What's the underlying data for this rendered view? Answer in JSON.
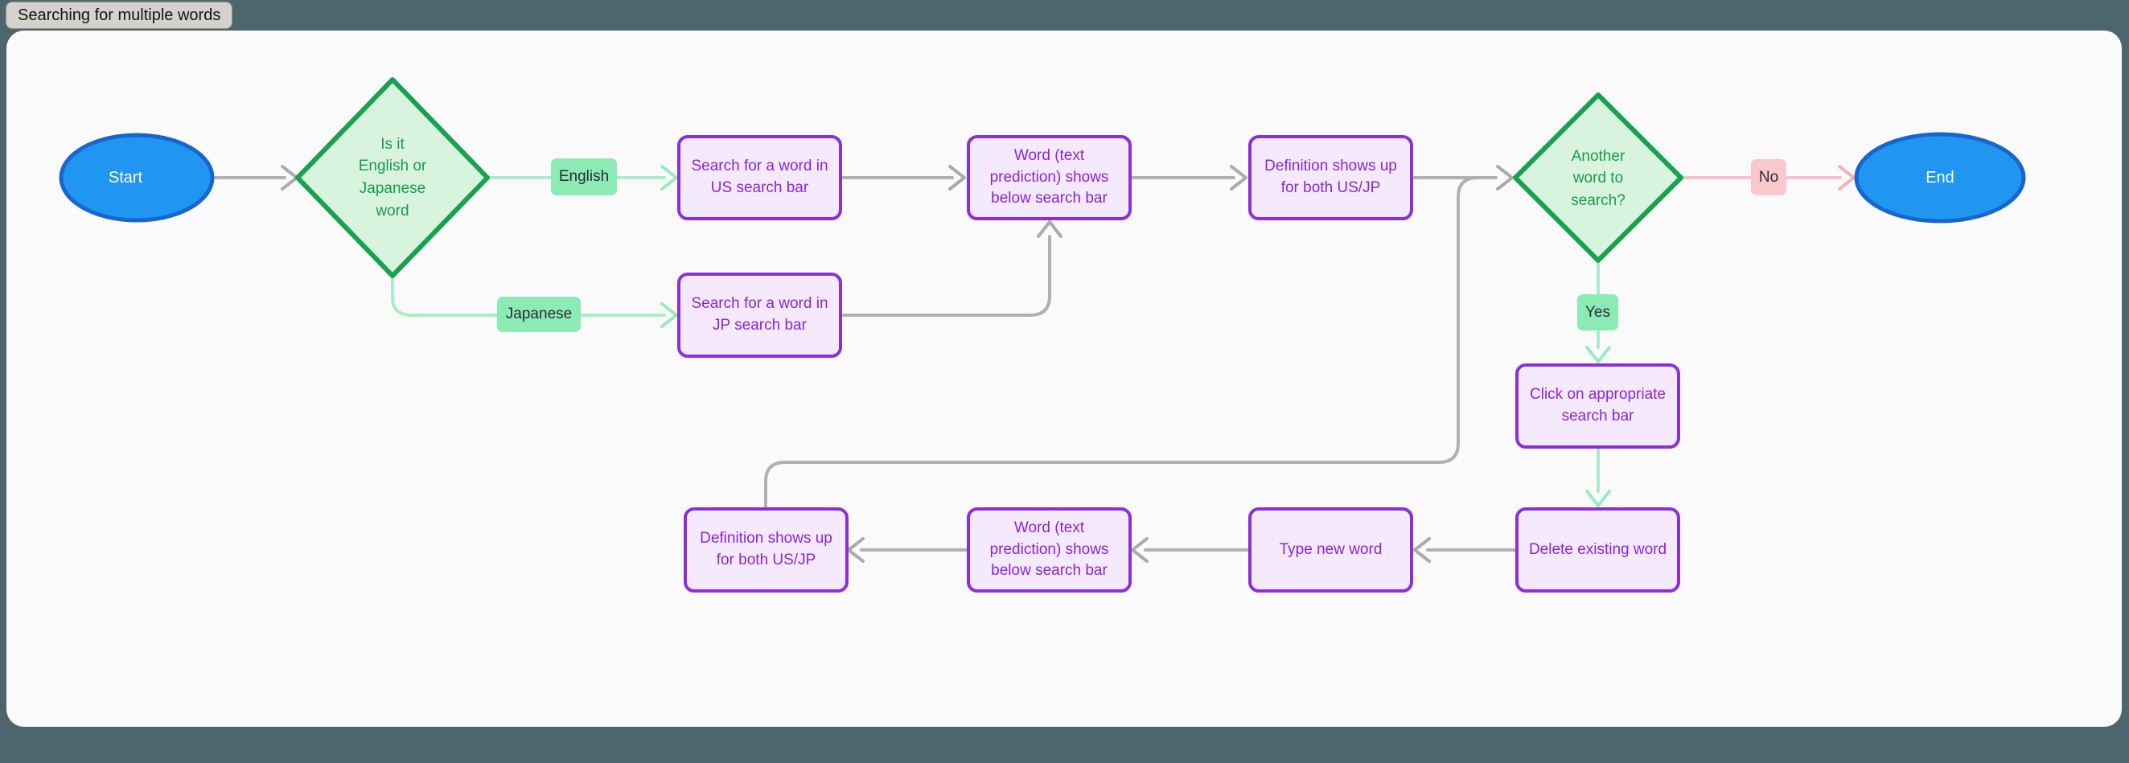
{
  "title": "Searching for multiple words",
  "colors": {
    "page_background": "#4d666d",
    "canvas_background": "#fafafa",
    "process_fill": "#f5eafd",
    "process_border": "#8c2fd9",
    "process_text": "#8a24d6",
    "decision_fill": "#d9f4de",
    "decision_border": "#18a24d",
    "decision_text": "#189a4b",
    "terminator_fill": "#2096f0",
    "terminator_border": "#1766cf",
    "terminator_text": "#ffffff",
    "edge_gray": "#b1b1b1",
    "edge_green": "#a7eec5",
    "edge_pink": "#f7c3c9",
    "label_badge_green": "#8ceab4",
    "label_badge_pink": "#f9c7cc"
  },
  "nodes": {
    "start": {
      "label": "Start",
      "type": "terminator"
    },
    "decision_language": {
      "label": "Is it\nEnglish or\nJapanese\nword",
      "type": "decision"
    },
    "search_us": {
      "label": "Search for a word in\nUS search bar",
      "type": "process"
    },
    "word_prediction_top": {
      "label": "Word (text\nprediction) shows\nbelow search bar",
      "type": "process"
    },
    "definition_top": {
      "label": "Definition shows up\nfor both US/JP",
      "type": "process"
    },
    "decision_another": {
      "label": "Another\nword to\nsearch?",
      "type": "decision"
    },
    "end": {
      "label": "End",
      "type": "terminator"
    },
    "search_jp": {
      "label": "Search for a word in\nJP search bar",
      "type": "process"
    },
    "click_search_bar": {
      "label": "Click on appropriate\nsearch bar",
      "type": "process"
    },
    "delete_word": {
      "label": "Delete existing word",
      "type": "process"
    },
    "type_new_word": {
      "label": "Type new word",
      "type": "process"
    },
    "word_prediction_bottom": {
      "label": "Word (text\nprediction) shows\nbelow search bar",
      "type": "process"
    },
    "definition_bottom": {
      "label": "Definition shows up\nfor both US/JP",
      "type": "process"
    }
  },
  "edge_labels": {
    "english": "English",
    "japanese": "Japanese",
    "yes": "Yes",
    "no": "No"
  }
}
